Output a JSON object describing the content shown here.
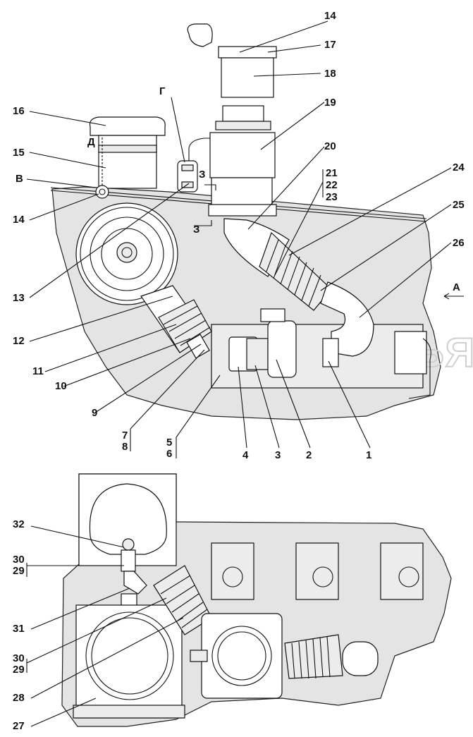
{
  "watermark": "АВТО АЛЬЯНС",
  "view_labels": {
    "g": "Г",
    "d": "Д",
    "v": "В",
    "z_top": "З",
    "z_bottom": "З",
    "a": "А"
  },
  "callouts_top": [
    "14",
    "17",
    "18",
    "16",
    "19",
    "15",
    "20",
    "21",
    "22",
    "23",
    "24",
    "14",
    "25",
    "13",
    "26",
    "12",
    "11",
    "10",
    "9",
    "7",
    "8",
    "5",
    "6",
    "4",
    "3",
    "2",
    "1"
  ],
  "callouts_bottom": [
    "32",
    "30",
    "29",
    "31",
    "30",
    "29",
    "28",
    "27"
  ]
}
